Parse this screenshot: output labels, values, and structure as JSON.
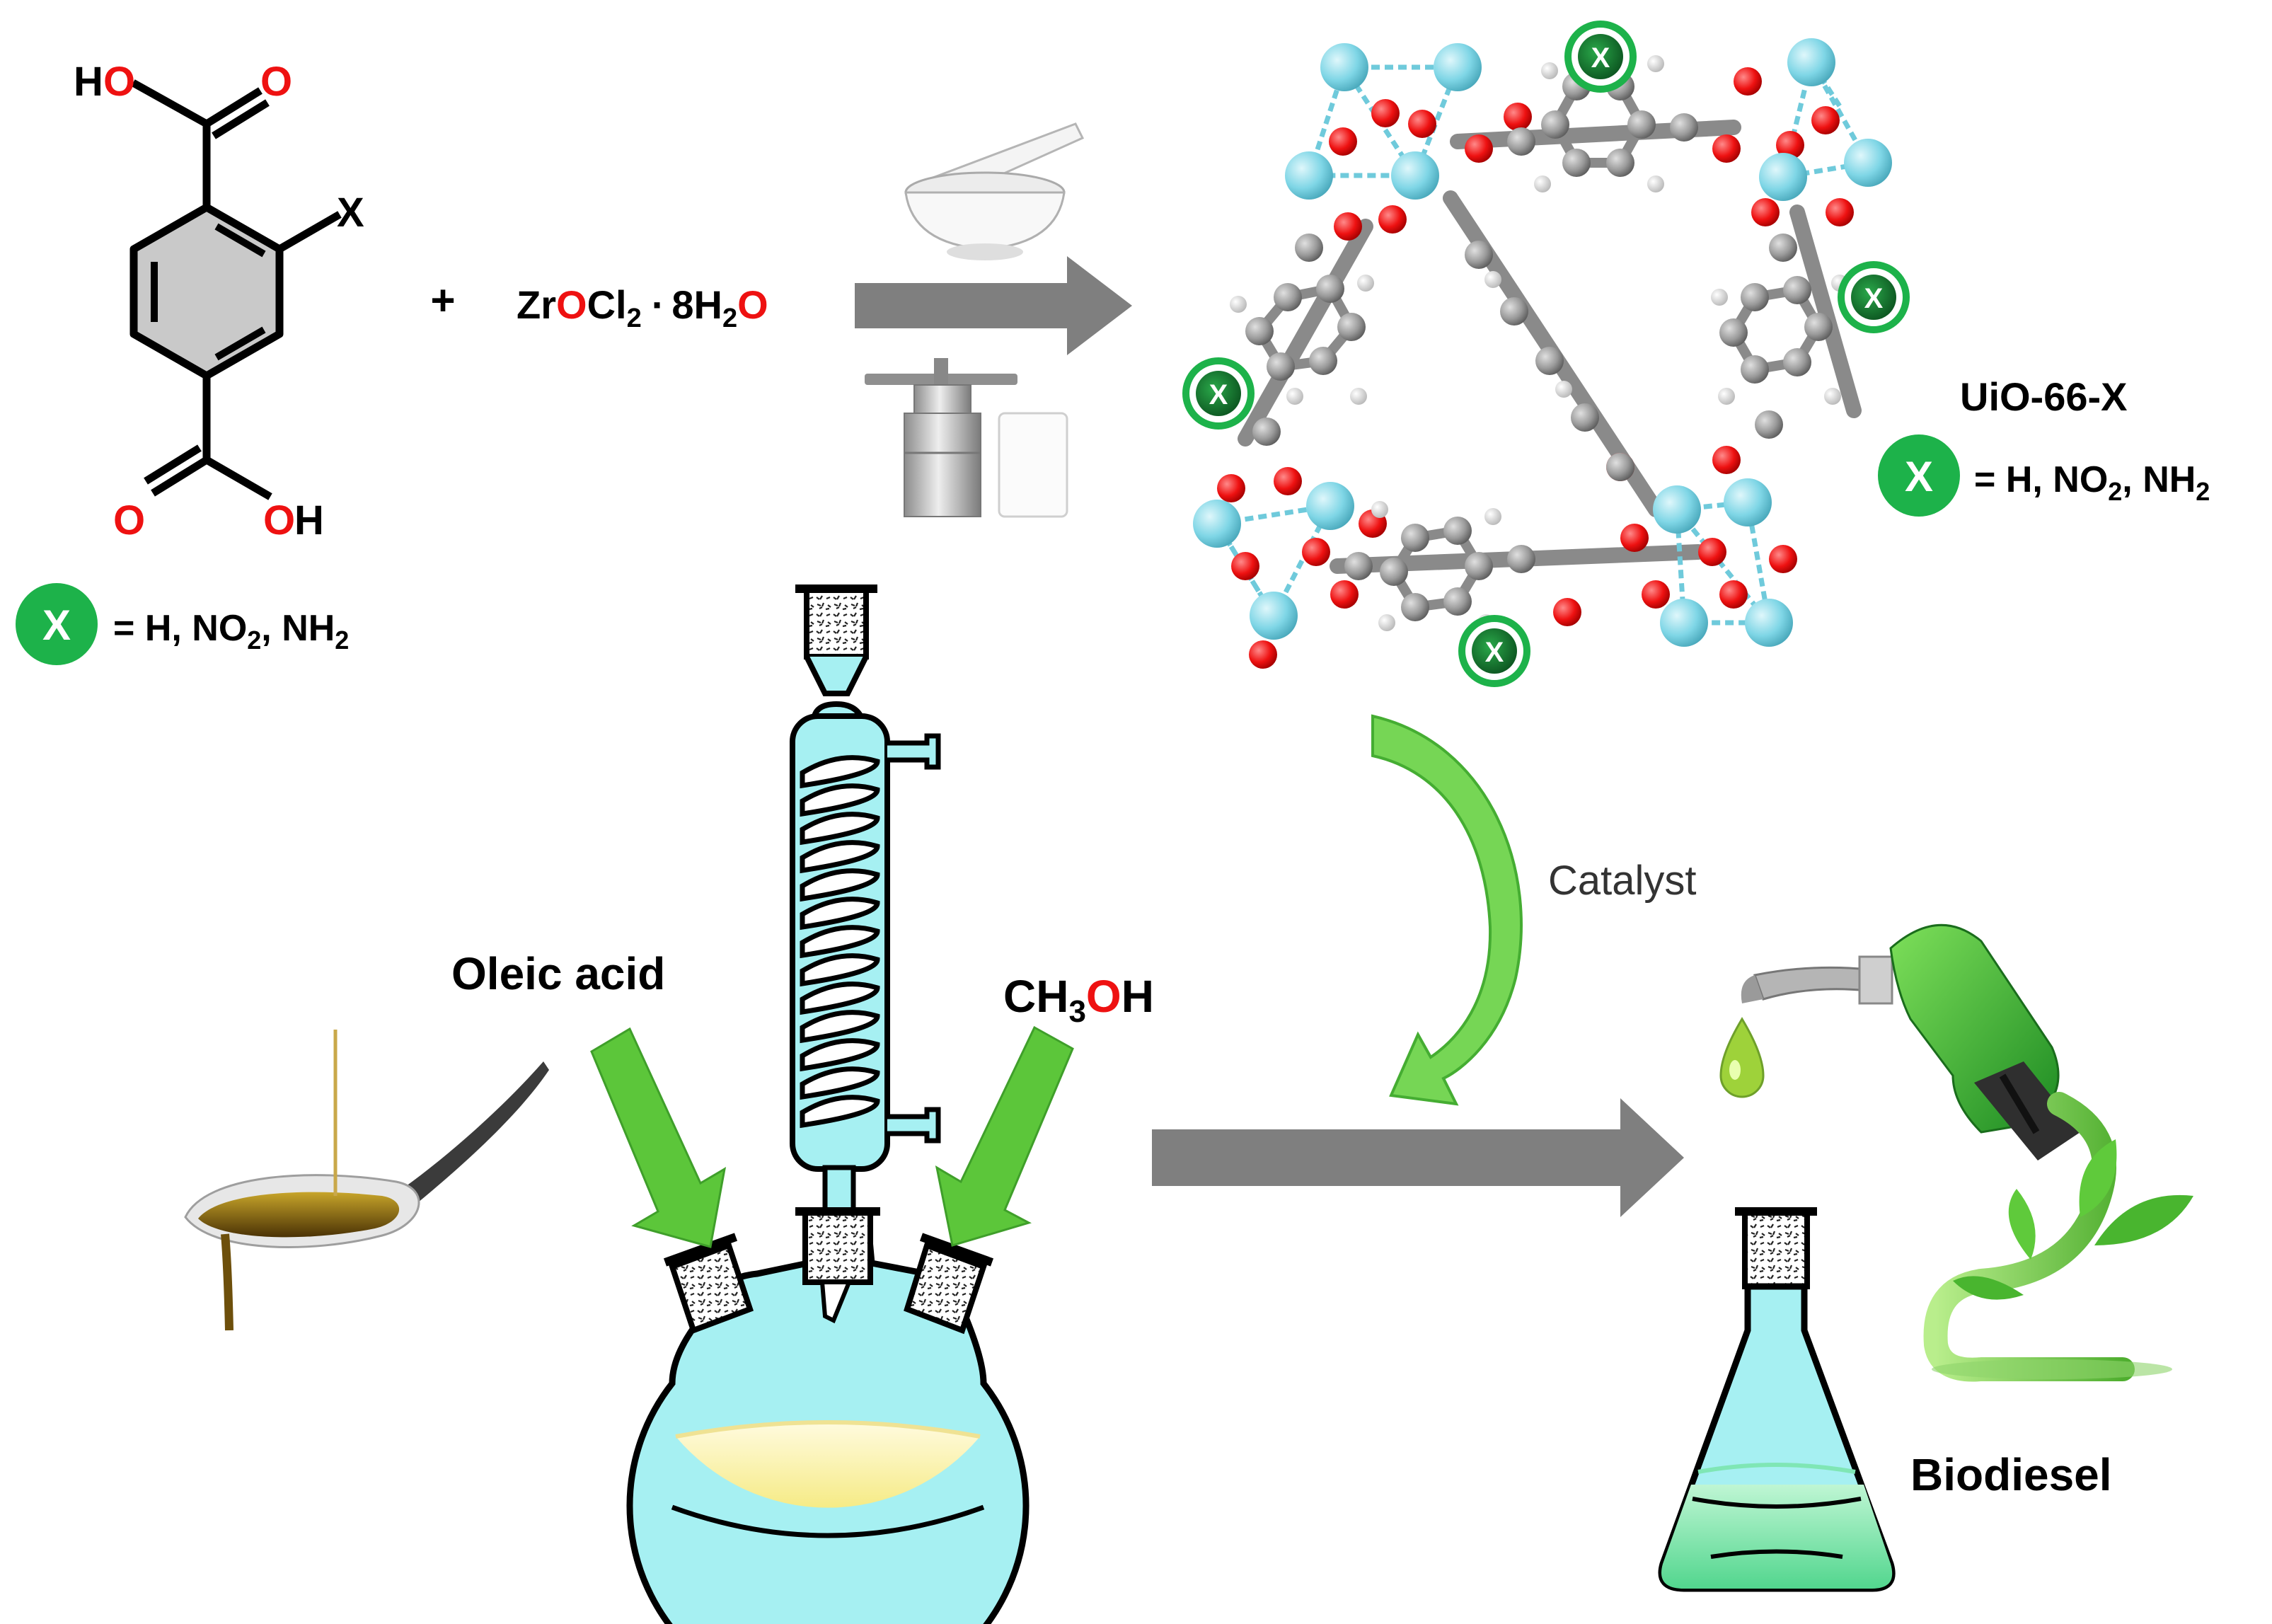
{
  "colors": {
    "oxygen": "#ee1111",
    "zirconium": "#7fd6e6",
    "carbon": "#9a9a9a",
    "hydrogen": "#e6e6e6",
    "badge": "#1db24a",
    "badge_dark": "#0d6e2a",
    "arrow_gray": "#7f7f7f",
    "arrow_green": "#5cc63a",
    "glass_fill": "#a6f0f2",
    "solution": "#fcf6b8",
    "biodiesel": "#88e8b0"
  },
  "linker": {
    "atom_HO_H": "H",
    "atom_HO_O": "O",
    "atom_O_top": "O",
    "atom_X": "X",
    "atom_O_bottom": "O",
    "atom_OH_O": "O",
    "atom_OH_H": "H"
  },
  "legend_left": {
    "badge": "X",
    "text_prefix": "= H, NO",
    "sub_2a": "2",
    "text_mid": ", NH",
    "sub_2b": "2"
  },
  "plus": "+",
  "zr_salt": {
    "zr": "Zr",
    "o1": "O",
    "cl": "Cl",
    "sub2": "2",
    "dot": "·",
    "mult": "8",
    "h": "H",
    "sub2b": "2",
    "o2": "O"
  },
  "mof": {
    "badge": "X",
    "name": "UiO-66-X"
  },
  "legend_right": {
    "badge": "X",
    "text_prefix": "= H, NO",
    "sub_2a": "2",
    "text_mid": ", NH",
    "sub_2b": "2"
  },
  "catalyst_label": "Catalyst",
  "oleic_label": "Oleic acid",
  "methanol": {
    "ch": "CH",
    "sub3": "3",
    "o": "O",
    "h": "H"
  },
  "biodiesel_label": "Biodiesel"
}
